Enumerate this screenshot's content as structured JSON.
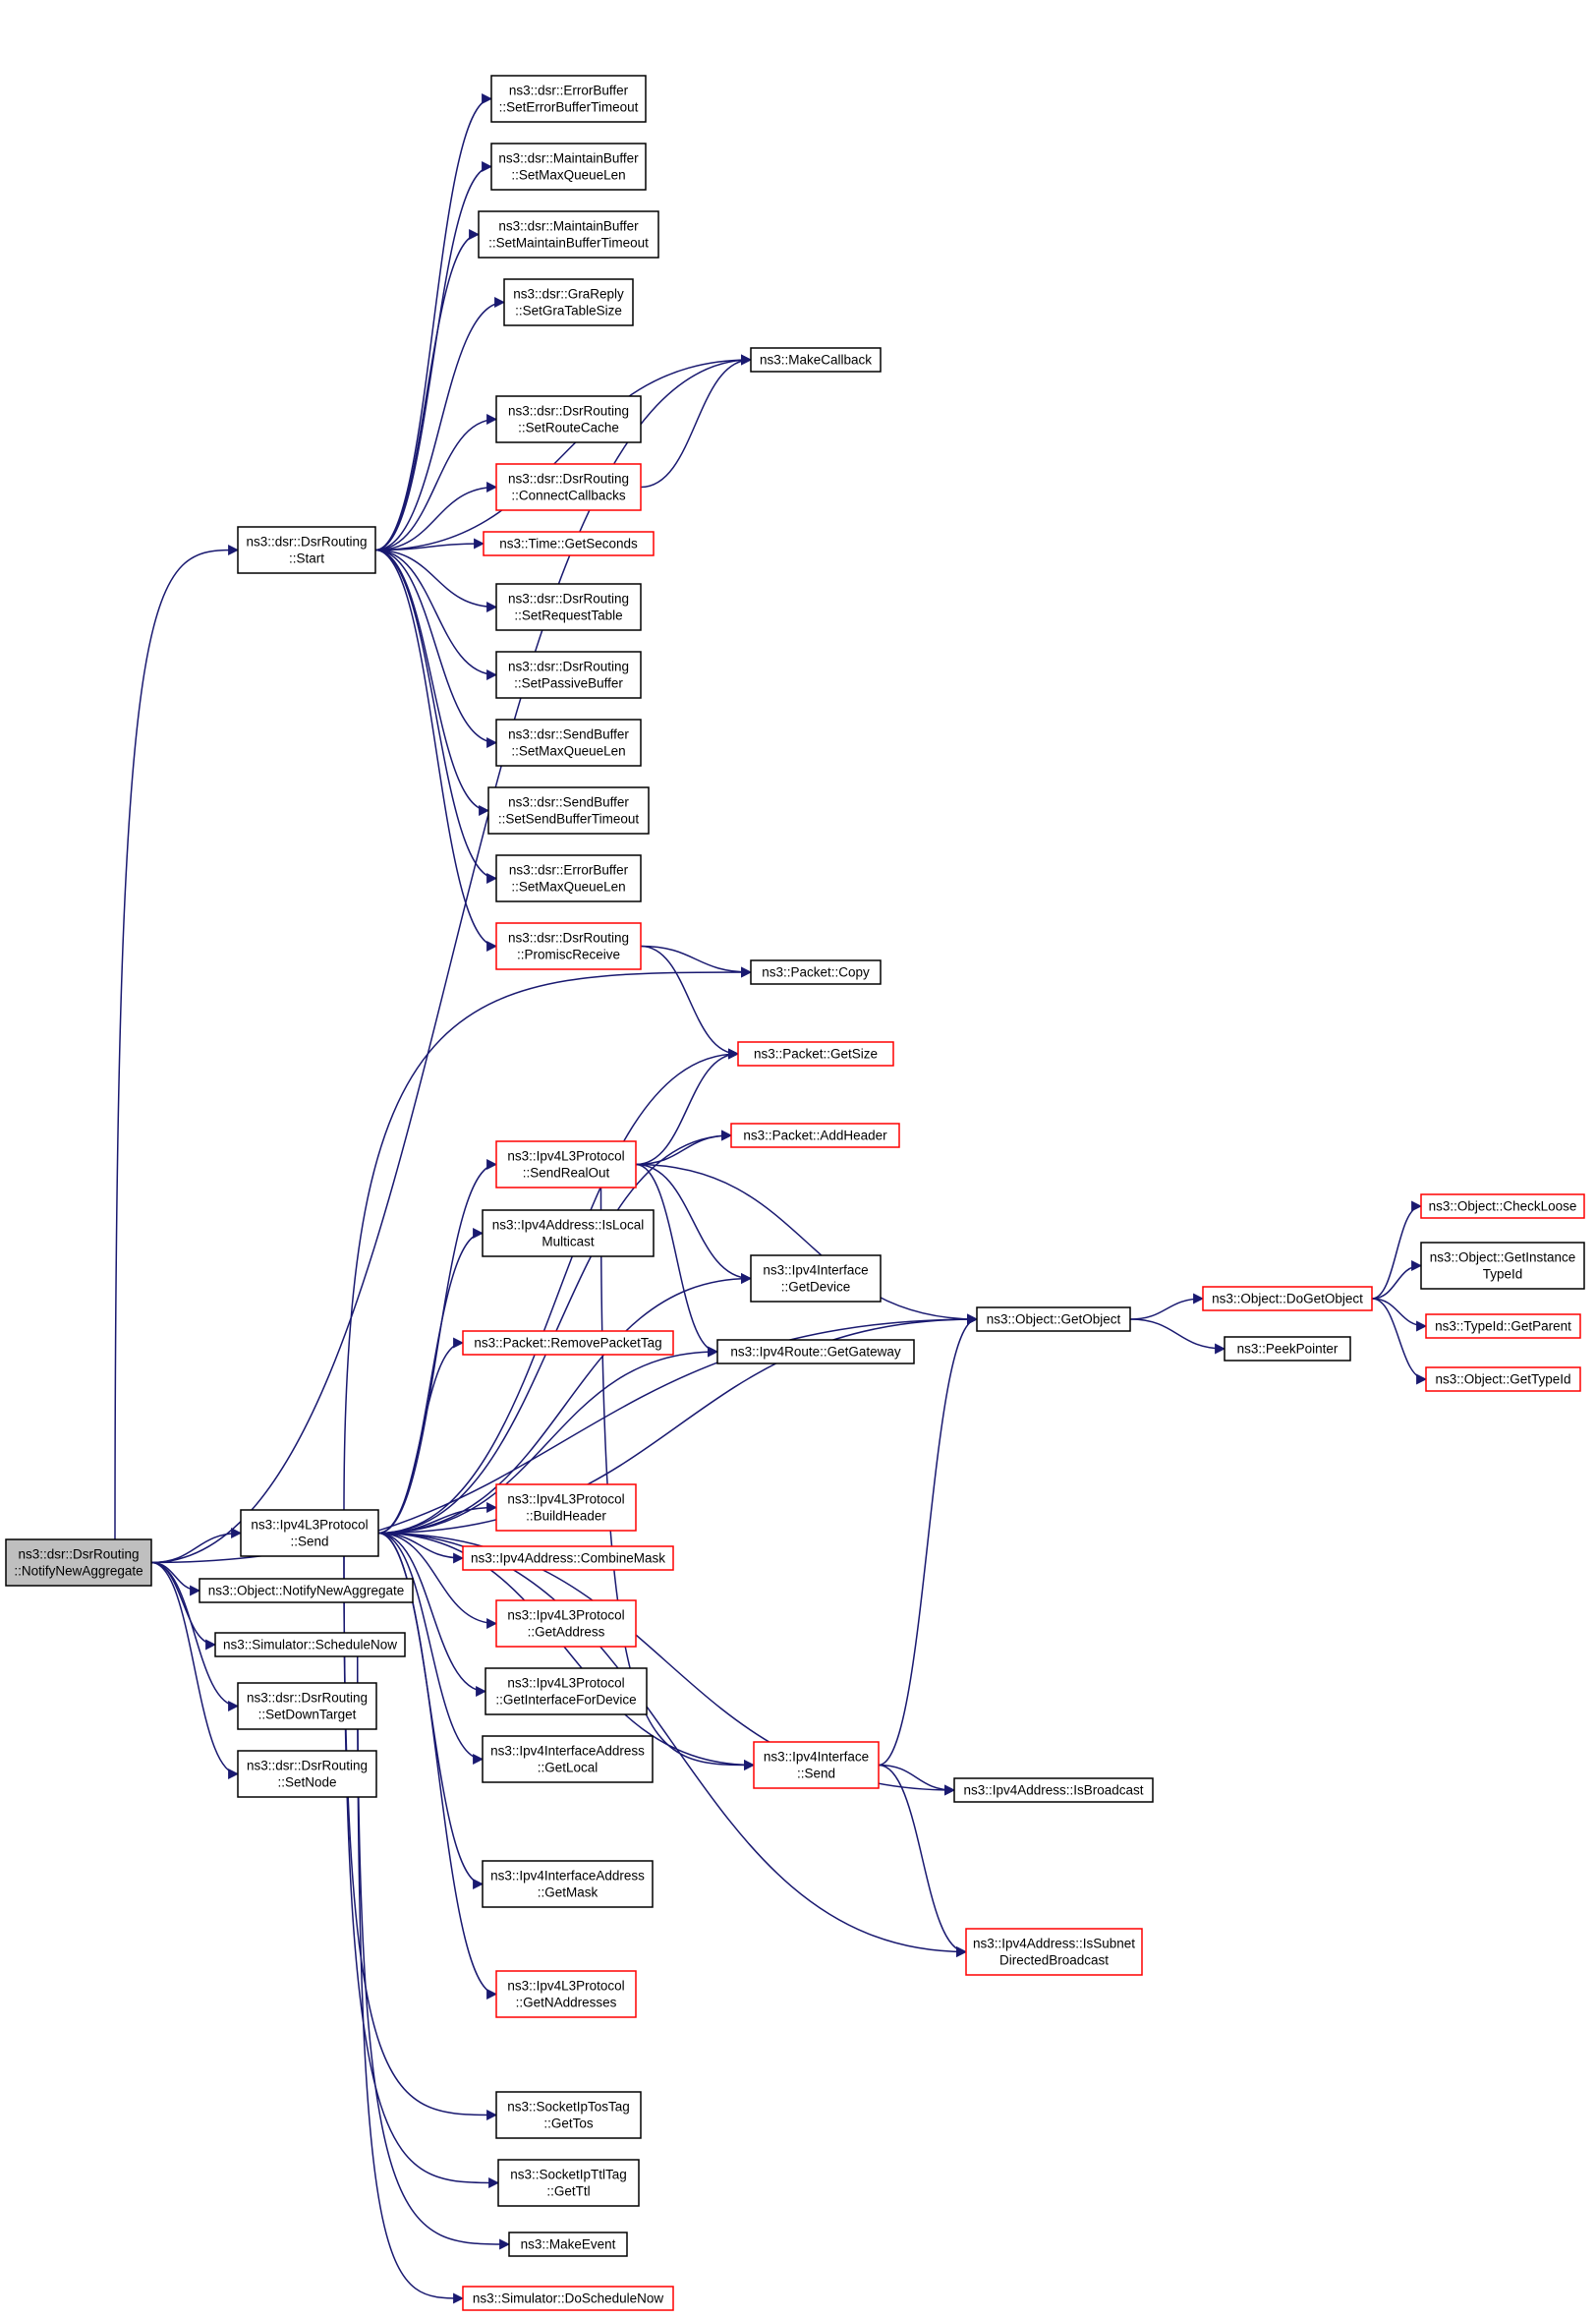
{
  "colors": {
    "edge": "#191970",
    "border_normal": "#000000",
    "border_truncated": "#ff0000",
    "root_fill": "#bfbfbf",
    "node_fill": "#ffffff"
  },
  "nodes": [
    {
      "id": "root",
      "lines": [
        "ns3::dsr::DsrRouting",
        "::NotifyNewAggregate"
      ],
      "style": "root"
    },
    {
      "id": "start",
      "lines": [
        "ns3::dsr::DsrRouting",
        "::Start"
      ],
      "style": "normal"
    },
    {
      "id": "ipv4send",
      "lines": [
        "ns3::Ipv4L3Protocol",
        "::Send"
      ],
      "style": "normal"
    },
    {
      "id": "objnotify",
      "lines": [
        "ns3::Object::NotifyNewAggregate"
      ],
      "style": "normal"
    },
    {
      "id": "schednow",
      "lines": [
        "ns3::Simulator::ScheduleNow"
      ],
      "style": "normal"
    },
    {
      "id": "setdown",
      "lines": [
        "ns3::dsr::DsrRouting",
        "::SetDownTarget"
      ],
      "style": "normal"
    },
    {
      "id": "setnode",
      "lines": [
        "ns3::dsr::DsrRouting",
        "::SetNode"
      ],
      "style": "normal"
    },
    {
      "id": "errtimeout",
      "lines": [
        "ns3::dsr::ErrorBuffer",
        "::SetErrorBufferTimeout"
      ],
      "style": "normal"
    },
    {
      "id": "mbqlen",
      "lines": [
        "ns3::dsr::MaintainBuffer",
        "::SetMaxQueueLen"
      ],
      "style": "normal"
    },
    {
      "id": "mbtimeout",
      "lines": [
        "ns3::dsr::MaintainBuffer",
        "::SetMaintainBufferTimeout"
      ],
      "style": "normal"
    },
    {
      "id": "gratable",
      "lines": [
        "ns3::dsr::GraReply",
        "::SetGraTableSize"
      ],
      "style": "normal"
    },
    {
      "id": "makecb",
      "lines": [
        "ns3::MakeCallback"
      ],
      "style": "normal"
    },
    {
      "id": "routecache",
      "lines": [
        "ns3::dsr::DsrRouting",
        "::SetRouteCache"
      ],
      "style": "normal"
    },
    {
      "id": "connectcb",
      "lines": [
        "ns3::dsr::DsrRouting",
        "::ConnectCallbacks"
      ],
      "style": "truncated"
    },
    {
      "id": "getseconds",
      "lines": [
        "ns3::Time::GetSeconds"
      ],
      "style": "truncated"
    },
    {
      "id": "reqtable",
      "lines": [
        "ns3::dsr::DsrRouting",
        "::SetRequestTable"
      ],
      "style": "normal"
    },
    {
      "id": "passive",
      "lines": [
        "ns3::dsr::DsrRouting",
        "::SetPassiveBuffer"
      ],
      "style": "normal"
    },
    {
      "id": "sbqlen",
      "lines": [
        "ns3::dsr::SendBuffer",
        "::SetMaxQueueLen"
      ],
      "style": "normal"
    },
    {
      "id": "sbtimeout",
      "lines": [
        "ns3::dsr::SendBuffer",
        "::SetSendBufferTimeout"
      ],
      "style": "normal"
    },
    {
      "id": "ebqlen",
      "lines": [
        "ns3::dsr::ErrorBuffer",
        "::SetMaxQueueLen"
      ],
      "style": "normal"
    },
    {
      "id": "promisc",
      "lines": [
        "ns3::dsr::DsrRouting",
        "::PromiscReceive"
      ],
      "style": "truncated"
    },
    {
      "id": "pktcopy",
      "lines": [
        "ns3::Packet::Copy"
      ],
      "style": "normal"
    },
    {
      "id": "pktsize",
      "lines": [
        "ns3::Packet::GetSize"
      ],
      "style": "truncated"
    },
    {
      "id": "addheader",
      "lines": [
        "ns3::Packet::AddHeader"
      ],
      "style": "truncated"
    },
    {
      "id": "sendreal",
      "lines": [
        "ns3::Ipv4L3Protocol",
        "::SendRealOut"
      ],
      "style": "truncated"
    },
    {
      "id": "islocalmc",
      "lines": [
        "ns3::Ipv4Address::IsLocal",
        "Multicast"
      ],
      "style": "normal"
    },
    {
      "id": "getdevice",
      "lines": [
        "ns3::Ipv4Interface",
        "::GetDevice"
      ],
      "style": "normal"
    },
    {
      "id": "getobject",
      "lines": [
        "ns3::Object::GetObject"
      ],
      "style": "normal"
    },
    {
      "id": "removetag",
      "lines": [
        "ns3::Packet::RemovePacketTag"
      ],
      "style": "truncated"
    },
    {
      "id": "getgateway",
      "lines": [
        "ns3::Ipv4Route::GetGateway"
      ],
      "style": "normal"
    },
    {
      "id": "buildheader",
      "lines": [
        "ns3::Ipv4L3Protocol",
        "::BuildHeader"
      ],
      "style": "truncated"
    },
    {
      "id": "combinemask",
      "lines": [
        "ns3::Ipv4Address::CombineMask"
      ],
      "style": "truncated"
    },
    {
      "id": "getaddress",
      "lines": [
        "ns3::Ipv4L3Protocol",
        "::GetAddress"
      ],
      "style": "truncated"
    },
    {
      "id": "getiface",
      "lines": [
        "ns3::Ipv4L3Protocol",
        "::GetInterfaceForDevice"
      ],
      "style": "normal"
    },
    {
      "id": "getlocal",
      "lines": [
        "ns3::Ipv4InterfaceAddress",
        "::GetLocal"
      ],
      "style": "normal"
    },
    {
      "id": "ifsend",
      "lines": [
        "ns3::Ipv4Interface",
        "::Send"
      ],
      "style": "truncated"
    },
    {
      "id": "isbroadcast",
      "lines": [
        "ns3::Ipv4Address::IsBroadcast"
      ],
      "style": "normal"
    },
    {
      "id": "getmask",
      "lines": [
        "ns3::Ipv4InterfaceAddress",
        "::GetMask"
      ],
      "style": "normal"
    },
    {
      "id": "subnetbc",
      "lines": [
        "ns3::Ipv4Address::IsSubnet",
        "DirectedBroadcast"
      ],
      "style": "truncated"
    },
    {
      "id": "getnaddr",
      "lines": [
        "ns3::Ipv4L3Protocol",
        "::GetNAddresses"
      ],
      "style": "truncated"
    },
    {
      "id": "gettos",
      "lines": [
        "ns3::SocketIpTosTag",
        "::GetTos"
      ],
      "style": "normal"
    },
    {
      "id": "getttl",
      "lines": [
        "ns3::SocketIpTtlTag",
        "::GetTtl"
      ],
      "style": "normal"
    },
    {
      "id": "makeevent",
      "lines": [
        "ns3::MakeEvent"
      ],
      "style": "normal"
    },
    {
      "id": "doschednow",
      "lines": [
        "ns3::Simulator::DoScheduleNow"
      ],
      "style": "truncated"
    },
    {
      "id": "dogetobject",
      "lines": [
        "ns3::Object::DoGetObject"
      ],
      "style": "truncated"
    },
    {
      "id": "peekptr",
      "lines": [
        "ns3::PeekPointer"
      ],
      "style": "normal"
    },
    {
      "id": "checkloose",
      "lines": [
        "ns3::Object::CheckLoose"
      ],
      "style": "truncated"
    },
    {
      "id": "getinsttype",
      "lines": [
        "ns3::Object::GetInstance",
        "TypeId"
      ],
      "style": "normal"
    },
    {
      "id": "getparent",
      "lines": [
        "ns3::TypeId::GetParent"
      ],
      "style": "truncated"
    },
    {
      "id": "gettypeid",
      "lines": [
        "ns3::Object::GetTypeId"
      ],
      "style": "truncated"
    }
  ],
  "edges": [
    [
      "root",
      "start"
    ],
    [
      "root",
      "ipv4send"
    ],
    [
      "root",
      "objnotify"
    ],
    [
      "root",
      "schednow"
    ],
    [
      "root",
      "setdown"
    ],
    [
      "root",
      "setnode"
    ],
    [
      "root",
      "makecb"
    ],
    [
      "root",
      "getobject"
    ],
    [
      "start",
      "errtimeout"
    ],
    [
      "start",
      "mbqlen"
    ],
    [
      "start",
      "mbtimeout"
    ],
    [
      "start",
      "gratable"
    ],
    [
      "start",
      "makecb"
    ],
    [
      "start",
      "routecache"
    ],
    [
      "start",
      "connectcb"
    ],
    [
      "start",
      "getseconds"
    ],
    [
      "start",
      "reqtable"
    ],
    [
      "start",
      "passive"
    ],
    [
      "start",
      "sbqlen"
    ],
    [
      "start",
      "sbtimeout"
    ],
    [
      "start",
      "ebqlen"
    ],
    [
      "start",
      "promisc"
    ],
    [
      "connectcb",
      "makecb"
    ],
    [
      "promisc",
      "pktcopy"
    ],
    [
      "promisc",
      "pktsize"
    ],
    [
      "ipv4send",
      "pktcopy"
    ],
    [
      "ipv4send",
      "pktsize"
    ],
    [
      "ipv4send",
      "addheader"
    ],
    [
      "ipv4send",
      "sendreal"
    ],
    [
      "ipv4send",
      "islocalmc"
    ],
    [
      "ipv4send",
      "getdevice"
    ],
    [
      "ipv4send",
      "removetag"
    ],
    [
      "ipv4send",
      "getgateway"
    ],
    [
      "ipv4send",
      "getobject"
    ],
    [
      "ipv4send",
      "buildheader"
    ],
    [
      "ipv4send",
      "combinemask"
    ],
    [
      "ipv4send",
      "getaddress"
    ],
    [
      "ipv4send",
      "getiface"
    ],
    [
      "ipv4send",
      "getlocal"
    ],
    [
      "ipv4send",
      "isbroadcast"
    ],
    [
      "ipv4send",
      "getmask"
    ],
    [
      "ipv4send",
      "ifsend"
    ],
    [
      "ipv4send",
      "getnaddr"
    ],
    [
      "ipv4send",
      "subnetbc"
    ],
    [
      "ipv4send",
      "gettos"
    ],
    [
      "ipv4send",
      "getttl"
    ],
    [
      "sendreal",
      "pktsize"
    ],
    [
      "sendreal",
      "addheader"
    ],
    [
      "sendreal",
      "getdevice"
    ],
    [
      "sendreal",
      "getgateway"
    ],
    [
      "sendreal",
      "getobject"
    ],
    [
      "sendreal",
      "ifsend"
    ],
    [
      "ifsend",
      "getobject"
    ],
    [
      "ifsend",
      "isbroadcast"
    ],
    [
      "ifsend",
      "subnetbc"
    ],
    [
      "schednow",
      "makeevent"
    ],
    [
      "schednow",
      "doschednow"
    ],
    [
      "getobject",
      "dogetobject"
    ],
    [
      "getobject",
      "peekptr"
    ],
    [
      "dogetobject",
      "checkloose"
    ],
    [
      "dogetobject",
      "getinsttype"
    ],
    [
      "dogetobject",
      "getparent"
    ],
    [
      "dogetobject",
      "gettypeid"
    ]
  ]
}
